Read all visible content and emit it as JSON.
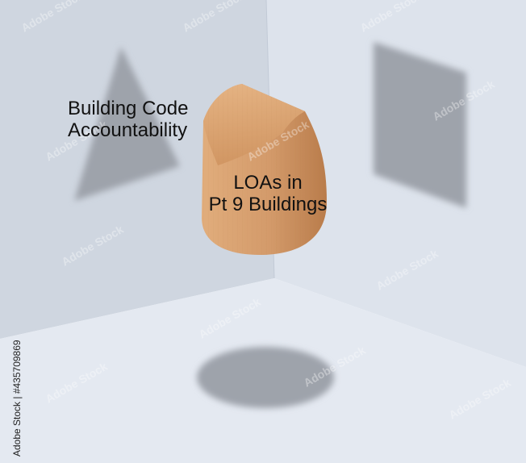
{
  "labels": {
    "left_line1": "Building Code",
    "left_line2": "Accountability",
    "right_line1": "LOAs in",
    "right_line2": "Pt 9 Buildings"
  },
  "credit": "Adobe Stock | #435709869",
  "watermark": "Adobe Stock",
  "colors": {
    "wall_left": "#cfd6e0",
    "wall_right": "#dde3ec",
    "floor": "#e4e9f1",
    "shadow": "#9ea3ab",
    "wood": "#d39a6a",
    "wood_dark": "#b97c4b"
  }
}
